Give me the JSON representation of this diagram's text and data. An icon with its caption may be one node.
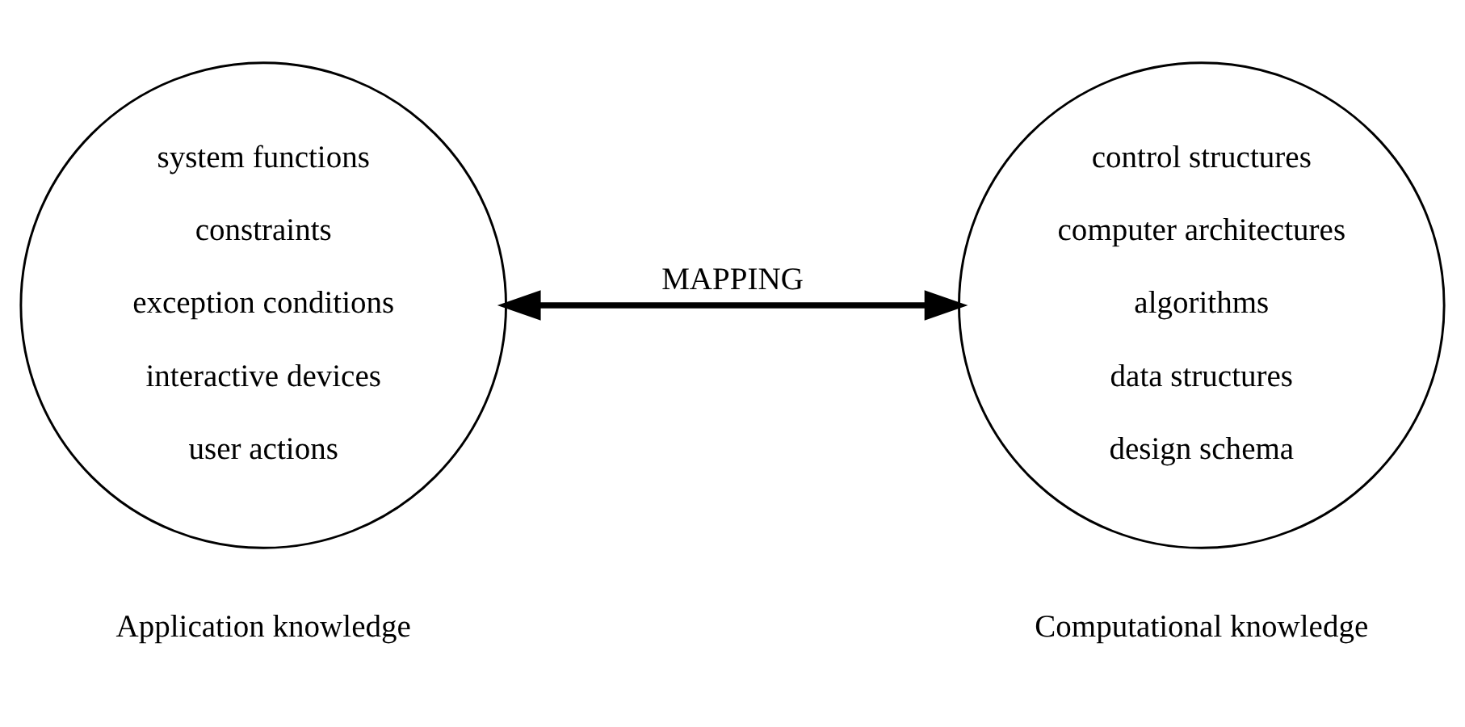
{
  "diagram": {
    "nodes": [
      {
        "text": [
          "system functions",
          "constraints",
          "exception conditions",
          "interactive devices",
          "user actions"
        ],
        "beside": [
          "Application knowledge"
        ]
      },
      {
        "text": [
          "control structures",
          "computer architectures",
          "algorithms",
          "data structures",
          "design schema"
        ],
        "beside": [
          "Computational knowledge"
        ]
      }
    ],
    "edges": [
      {
        "from": 0,
        "to": 1,
        "arrow": "both",
        "label": "MAPPING"
      }
    ]
  }
}
